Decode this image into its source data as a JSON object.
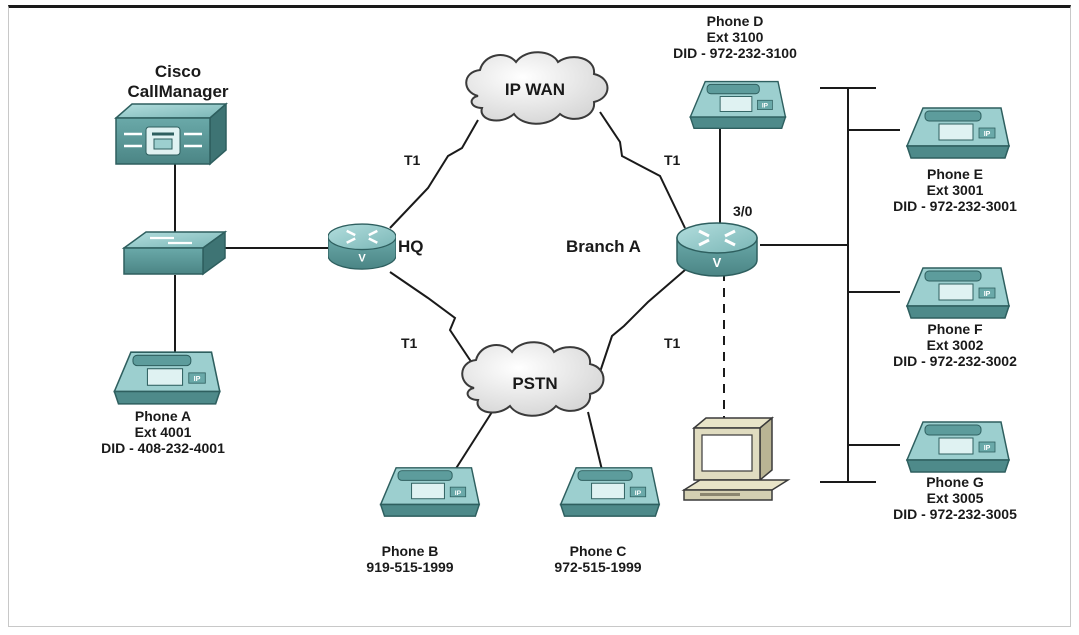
{
  "colors": {
    "device_face": "#5d9c9c",
    "device_top": "#8cc3c3",
    "device_dark": "#3e7474",
    "cloud": "#f2f2f2",
    "line": "#1a1a1a"
  },
  "callmanager": {
    "line1": "Cisco",
    "line2": "CallManager",
    "icon": "callmanager-server-icon"
  },
  "switch": {
    "icon": "switch-icon"
  },
  "routers": {
    "hq": {
      "label": "HQ",
      "icon": "voice-router-icon"
    },
    "branch": {
      "label": "Branch A",
      "icon": "voice-router-icon",
      "port": "3/0"
    }
  },
  "clouds": {
    "wan": "IP WAN",
    "pstn": "PSTN"
  },
  "links": {
    "hq_wan": "T1",
    "branch_wan": "T1",
    "hq_pstn": "T1",
    "branch_pstn": "T1"
  },
  "phones": {
    "a": {
      "name": "Phone A",
      "ext": "Ext 4001",
      "did": "DID - 408-232-4001"
    },
    "b": {
      "name": "Phone B",
      "num": "919-515-1999"
    },
    "c": {
      "name": "Phone C",
      "num": "972-515-1999"
    },
    "d": {
      "name": "Phone D",
      "ext": "Ext 3100",
      "did": "DID - 972-232-3100"
    },
    "e": {
      "name": "Phone E",
      "ext": "Ext 3001",
      "did": "DID - 972-232-3001"
    },
    "f": {
      "name": "Phone F",
      "ext": "Ext 3002",
      "did": "DID - 972-232-3002"
    },
    "g": {
      "name": "Phone G",
      "ext": "Ext 3005",
      "did": "DID - 972-232-3005"
    }
  },
  "pc": {
    "icon": "pc-workstation-icon"
  }
}
